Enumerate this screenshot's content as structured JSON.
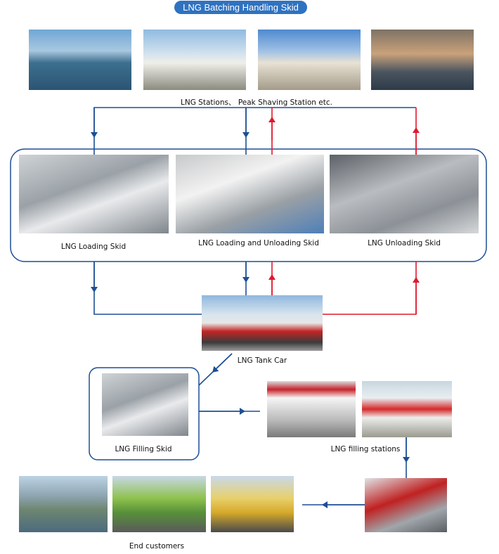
{
  "title": "LNG Batching Handling Skid",
  "sources": {
    "caption": "LNG  Stations、 Peak Shaving Station etc."
  },
  "skids": [
    {
      "label": "LNG Loading Skid"
    },
    {
      "label": "LNG Loading and Unloading Skid"
    },
    {
      "label": "LNG Unloading Skid"
    }
  ],
  "tank_car": {
    "label": "LNG Tank Car"
  },
  "filling_skid": {
    "label": "LNG Filling Skid"
  },
  "filling_stations": {
    "label": "LNG filling stations"
  },
  "end_customers": {
    "label": "End customers"
  },
  "colors": {
    "blue": "#1d4f95",
    "red": "#e0182d",
    "accent": "#2f72c0"
  }
}
